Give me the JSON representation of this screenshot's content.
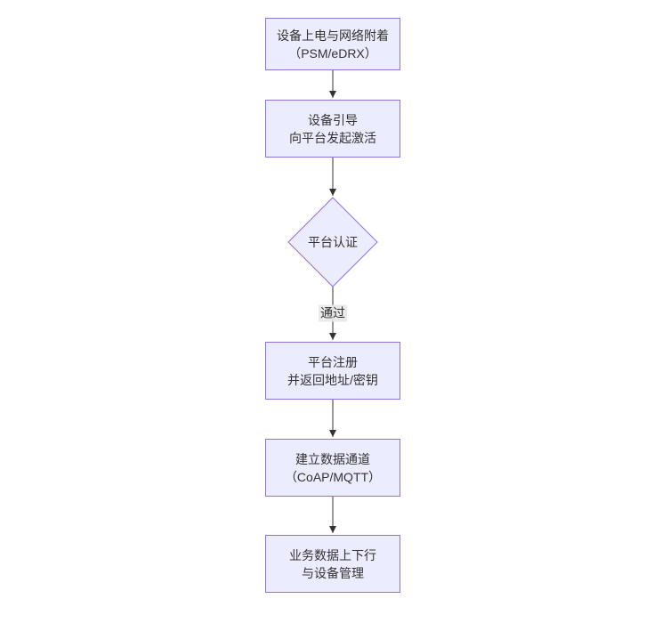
{
  "theme": {
    "node_fill": "#ECECFF",
    "node_border": "#9370DB",
    "text_color": "#333333",
    "arrow_color": "#333333",
    "edge_label_bg": "#e8e8e8"
  },
  "flowchart": {
    "nodes": [
      {
        "id": "power-attach",
        "shape": "rect",
        "lines": [
          "设备上电与网络附着",
          "（PSM/eDRX）"
        ]
      },
      {
        "id": "bootstrap",
        "shape": "rect",
        "lines": [
          "设备引导",
          "向平台发起激活"
        ]
      },
      {
        "id": "auth",
        "shape": "diamond",
        "lines": [
          "平台认证"
        ]
      },
      {
        "id": "register",
        "shape": "rect",
        "lines": [
          "平台注册",
          "并返回地址/密钥"
        ]
      },
      {
        "id": "channel",
        "shape": "rect",
        "lines": [
          "建立数据通道",
          "（CoAP/MQTT）"
        ]
      },
      {
        "id": "business",
        "shape": "rect",
        "lines": [
          "业务数据上下行",
          "与设备管理"
        ]
      }
    ],
    "edges": [
      {
        "from": "power-attach",
        "to": "bootstrap",
        "label": ""
      },
      {
        "from": "bootstrap",
        "to": "auth",
        "label": ""
      },
      {
        "from": "auth",
        "to": "register",
        "label": "通过"
      },
      {
        "from": "register",
        "to": "channel",
        "label": ""
      },
      {
        "from": "channel",
        "to": "business",
        "label": ""
      }
    ]
  }
}
